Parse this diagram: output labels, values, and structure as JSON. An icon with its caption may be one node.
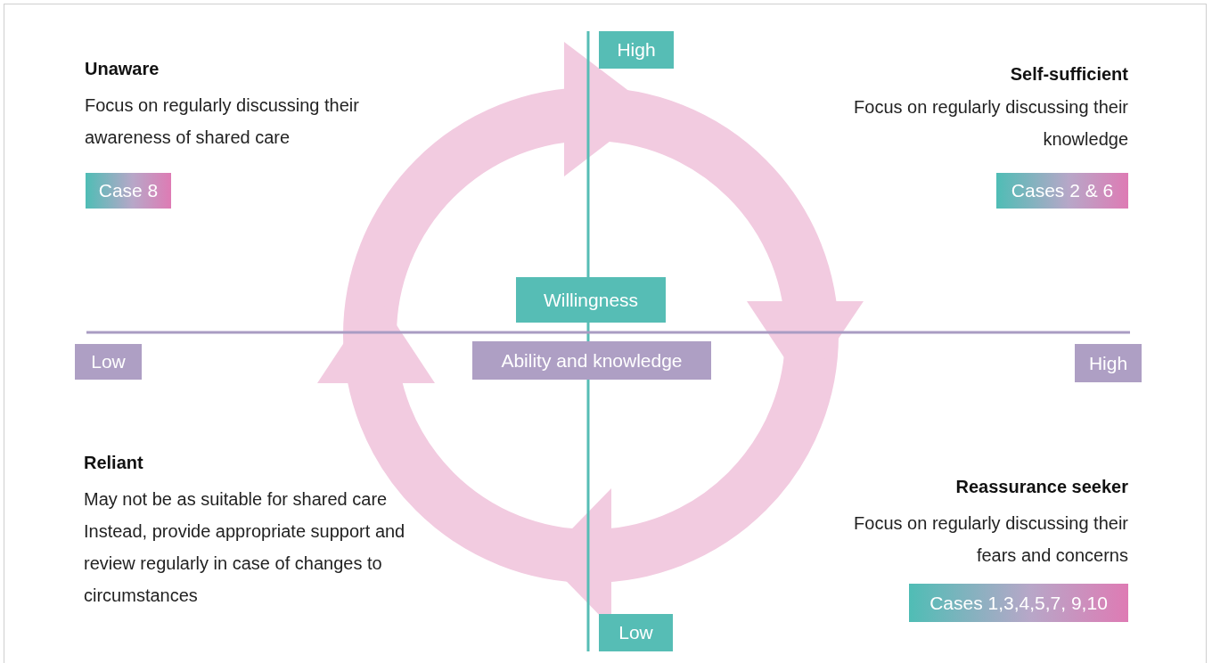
{
  "diagram": {
    "nodes": [
      {
        "text": [
          "High"
        ]
      },
      {
        "text": [
          "Case 8"
        ]
      },
      {
        "text": [
          "Cases 2 & 6"
        ]
      },
      {
        "text": [
          "Willingness"
        ]
      },
      {
        "text": [
          "Low"
        ]
      },
      {
        "text": [
          "Ability and knowledge"
        ]
      },
      {
        "text": [
          "High"
        ]
      },
      {
        "text": [
          "Cases 1,3,4,5,7, 9,10"
        ]
      },
      {
        "text": [
          "Low"
        ]
      }
    ],
    "labels": [
      "Unaware",
      "Focus on regularly discussing their awareness of shared care",
      "Self-sufficient",
      "Focus on regularly discussing their knowledge",
      "Reliant",
      "May not be as suitable for shared care Instead, provide appropriate support and review regularly in case of changes to circumstances",
      "Reassurance seeker",
      "Focus on regularly discussing their fears and concerns"
    ]
  }
}
